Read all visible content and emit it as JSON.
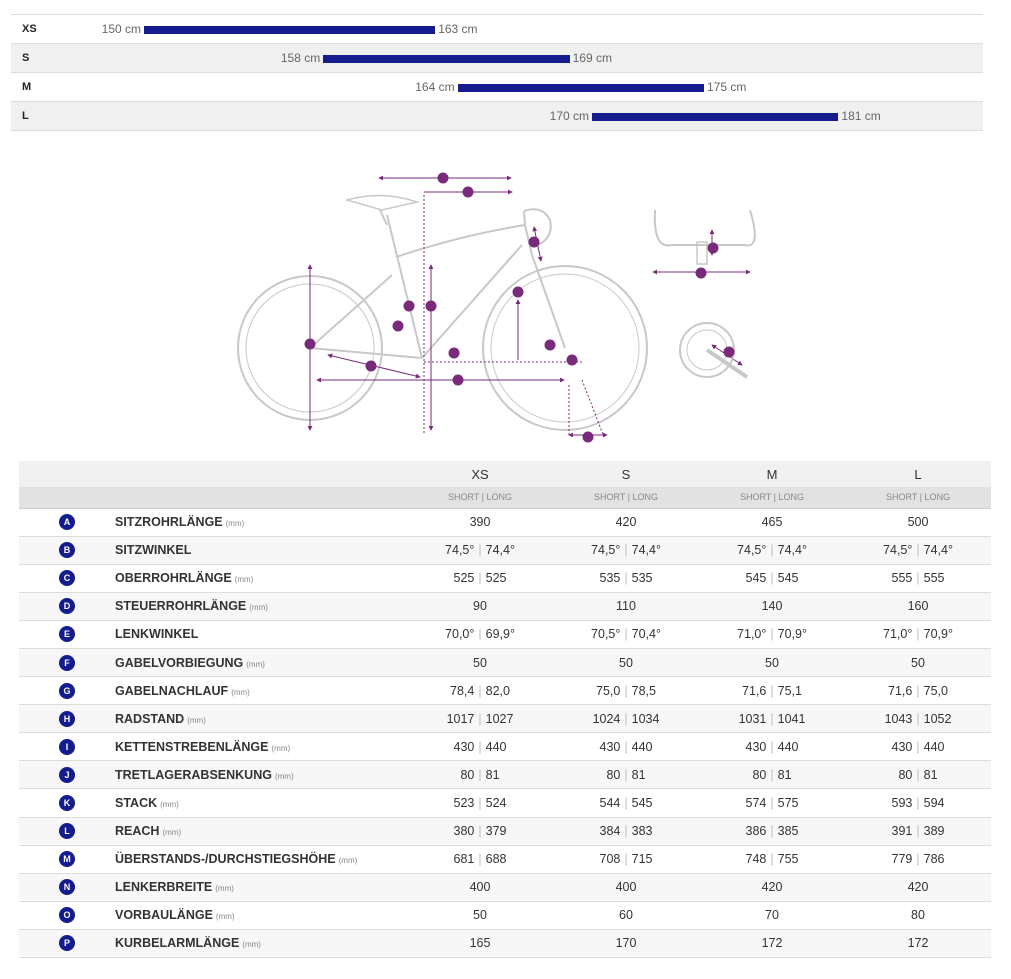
{
  "size_ranges": [
    {
      "size": "XS",
      "min": "150 cm",
      "max": "163 cm",
      "min_cm": 150,
      "max_cm": 163
    },
    {
      "size": "S",
      "min": "158 cm",
      "max": "169 cm",
      "min_cm": 158,
      "max_cm": 169
    },
    {
      "size": "M",
      "min": "164 cm",
      "max": "175 cm",
      "min_cm": 164,
      "max_cm": 175
    },
    {
      "size": "L",
      "min": "170 cm",
      "max": "181 cm",
      "min_cm": 170,
      "max_cm": 181
    }
  ],
  "colors": {
    "bar": "#151c8e",
    "badge": "#151c8e",
    "diagram_accent": "#7a2a7a",
    "diagram_line": "#c8c8c8"
  },
  "geometry": {
    "sizes": [
      "XS",
      "S",
      "M",
      "L"
    ],
    "sub_label": "SHORT | LONG",
    "rows": [
      {
        "letter": "A",
        "name": "SITZROHRLÄNGE",
        "unit": "(mm)",
        "values": [
          [
            "390"
          ],
          [
            "420"
          ],
          [
            "465"
          ],
          [
            "500"
          ]
        ]
      },
      {
        "letter": "B",
        "name": "SITZWINKEL",
        "unit": "",
        "values": [
          [
            "74,5°",
            "74,4°"
          ],
          [
            "74,5°",
            "74,4°"
          ],
          [
            "74,5°",
            "74,4°"
          ],
          [
            "74,5°",
            "74,4°"
          ]
        ]
      },
      {
        "letter": "C",
        "name": "OBERROHRLÄNGE",
        "unit": "(mm)",
        "values": [
          [
            "525",
            "525"
          ],
          [
            "535",
            "535"
          ],
          [
            "545",
            "545"
          ],
          [
            "555",
            "555"
          ]
        ]
      },
      {
        "letter": "D",
        "name": "STEUERROHRLÄNGE",
        "unit": "(mm)",
        "values": [
          [
            "90"
          ],
          [
            "110"
          ],
          [
            "140"
          ],
          [
            "160"
          ]
        ]
      },
      {
        "letter": "E",
        "name": "LENKWINKEL",
        "unit": "",
        "values": [
          [
            "70,0°",
            "69,9°"
          ],
          [
            "70,5°",
            "70,4°"
          ],
          [
            "71,0°",
            "70,9°"
          ],
          [
            "71,0°",
            "70,9°"
          ]
        ]
      },
      {
        "letter": "F",
        "name": "GABELVORBIEGUNG",
        "unit": "(mm)",
        "values": [
          [
            "50"
          ],
          [
            "50"
          ],
          [
            "50"
          ],
          [
            "50"
          ]
        ]
      },
      {
        "letter": "G",
        "name": "GABELNACHLAUF",
        "unit": "(mm)",
        "values": [
          [
            "78,4",
            "82,0"
          ],
          [
            "75,0",
            "78,5"
          ],
          [
            "71,6",
            "75,1"
          ],
          [
            "71,6",
            "75,0"
          ]
        ]
      },
      {
        "letter": "H",
        "name": "RADSTAND",
        "unit": "(mm)",
        "values": [
          [
            "1017",
            "1027"
          ],
          [
            "1024",
            "1034"
          ],
          [
            "1031",
            "1041"
          ],
          [
            "1043",
            "1052"
          ]
        ]
      },
      {
        "letter": "I",
        "name": "KETTENSTREBENLÄNGE",
        "unit": "(mm)",
        "values": [
          [
            "430",
            "440"
          ],
          [
            "430",
            "440"
          ],
          [
            "430",
            "440"
          ],
          [
            "430",
            "440"
          ]
        ]
      },
      {
        "letter": "J",
        "name": "TRETLAGERABSENKUNG",
        "unit": "(mm)",
        "values": [
          [
            "80",
            "81"
          ],
          [
            "80",
            "81"
          ],
          [
            "80",
            "81"
          ],
          [
            "80",
            "81"
          ]
        ]
      },
      {
        "letter": "K",
        "name": "STACK",
        "unit": "(mm)",
        "values": [
          [
            "523",
            "524"
          ],
          [
            "544",
            "545"
          ],
          [
            "574",
            "575"
          ],
          [
            "593",
            "594"
          ]
        ]
      },
      {
        "letter": "L",
        "name": "REACH",
        "unit": "(mm)",
        "values": [
          [
            "380",
            "379"
          ],
          [
            "384",
            "383"
          ],
          [
            "386",
            "385"
          ],
          [
            "391",
            "389"
          ]
        ]
      },
      {
        "letter": "M",
        "name": "ÜBERSTANDS-/DURCHSTIEGSHÖHE",
        "unit": "(mm)",
        "values": [
          [
            "681",
            "688"
          ],
          [
            "708",
            "715"
          ],
          [
            "748",
            "755"
          ],
          [
            "779",
            "786"
          ]
        ]
      },
      {
        "letter": "N",
        "name": "LENKERBREITE",
        "unit": "(mm)",
        "values": [
          [
            "400"
          ],
          [
            "400"
          ],
          [
            "420"
          ],
          [
            "420"
          ]
        ]
      },
      {
        "letter": "O",
        "name": "VORBAULÄNGE",
        "unit": "(mm)",
        "values": [
          [
            "50"
          ],
          [
            "60"
          ],
          [
            "70"
          ],
          [
            "80"
          ]
        ]
      },
      {
        "letter": "P",
        "name": "KURBELARMLÄNGE",
        "unit": "(mm)",
        "values": [
          [
            "165"
          ],
          [
            "170"
          ],
          [
            "172"
          ],
          [
            "172"
          ]
        ]
      }
    ]
  }
}
